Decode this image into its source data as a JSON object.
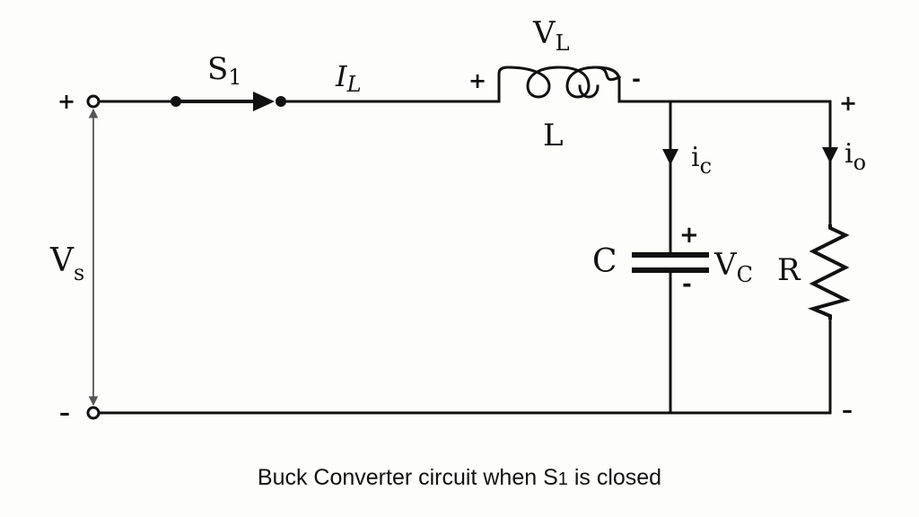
{
  "diagram": {
    "title": "Buck Converter circuit when S1 is closed",
    "caption": {
      "before": "Buck Converter circuit when S",
      "subscript": "1",
      "after": " is closed"
    },
    "components": {
      "switch": {
        "label": "S",
        "sub": "1",
        "state": "closed"
      },
      "inductor": {
        "label": "L",
        "voltage_label": "V",
        "voltage_sub": "L",
        "plus": "+",
        "minus": "-"
      },
      "inductor_current": {
        "label": "I",
        "sub": "L"
      },
      "capacitor": {
        "label": "C",
        "voltage_label": "V",
        "voltage_sub": "C",
        "plus": "+",
        "minus": "-"
      },
      "capacitor_current": {
        "label": "i",
        "sub": "c"
      },
      "resistor": {
        "label": "R"
      },
      "output_current": {
        "label": "i",
        "sub": "o"
      },
      "source": {
        "label": "V",
        "sub": "s",
        "plus": "+",
        "minus": "–"
      },
      "output_terminals": {
        "plus": "+",
        "minus": "–"
      }
    }
  }
}
